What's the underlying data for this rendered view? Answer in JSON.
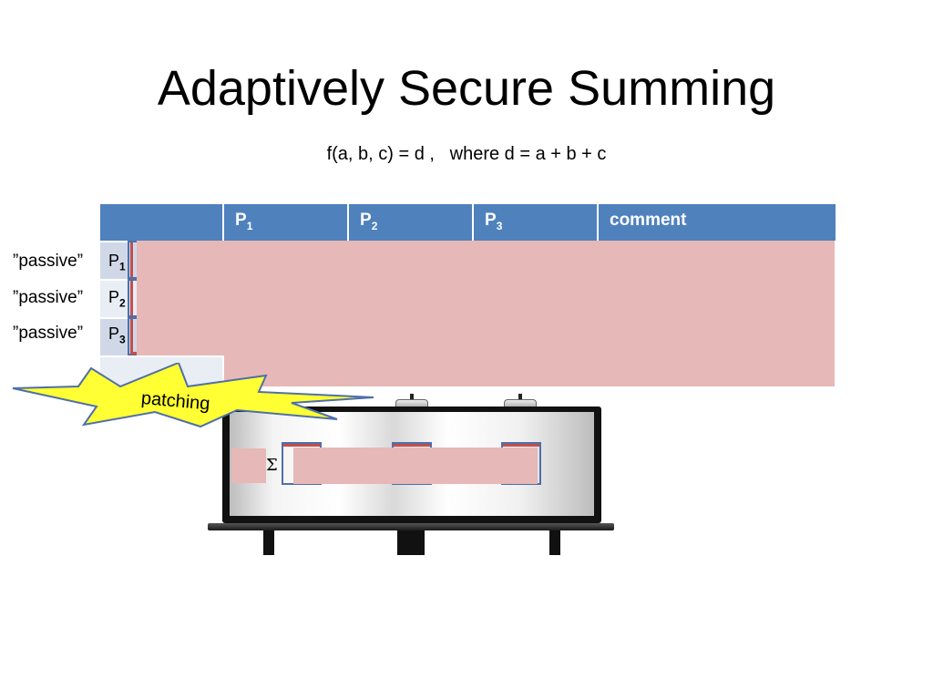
{
  "slide": {
    "title": "Adaptively Secure Summing",
    "subtitle": "f(a, b, c) = d ,   where d = a + b + c"
  },
  "table": {
    "headers": [
      {
        "main": "",
        "sub": ""
      },
      {
        "main": "P",
        "sub": "1"
      },
      {
        "main": "P",
        "sub": "2"
      },
      {
        "main": "P",
        "sub": "3"
      },
      {
        "main": "comment",
        "sub": ""
      }
    ],
    "rows": [
      {
        "status": "”passive”",
        "party": "P",
        "sub": "1"
      },
      {
        "status": "”passive”",
        "party": "P",
        "sub": "2"
      },
      {
        "status": "”passive”",
        "party": "P",
        "sub": "3"
      }
    ]
  },
  "billboard": {
    "symbol": "Σ"
  },
  "callout": {
    "label": "patching"
  },
  "colors": {
    "header": "#4f81bd",
    "row_dark": "#d0d8e8",
    "row_light": "#e9edf4",
    "redaction": "#e6b8b7",
    "burst_fill": "#ffff33"
  }
}
